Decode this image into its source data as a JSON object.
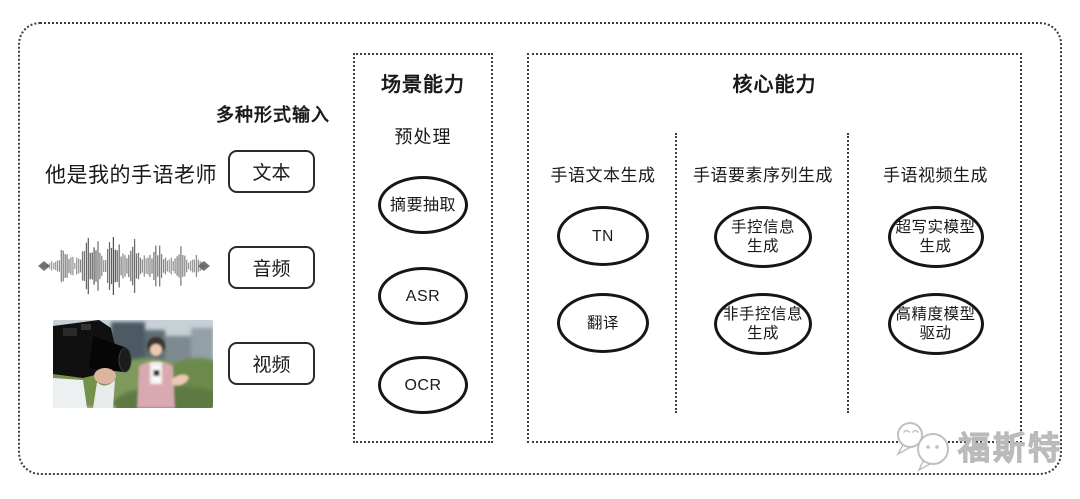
{
  "palette": {
    "background": "#ffffff",
    "line": "#2b2b2b",
    "dotted_border": "#3d3d3d",
    "watermark": "#c6c6c6"
  },
  "input_section": {
    "header": "多种形式输入",
    "sample_text": "他是我的手语老师",
    "input_types": [
      {
        "label": "文本"
      },
      {
        "label": "音频"
      },
      {
        "label": "视频"
      }
    ]
  },
  "scene_box": {
    "title": "场景能力",
    "stage_label": "预处理",
    "nodes": [
      {
        "label": "摘要抽取"
      },
      {
        "label": "ASR"
      },
      {
        "label": "OCR"
      }
    ]
  },
  "core_box": {
    "title": "核心能力",
    "columns": [
      {
        "label": "手语文本生成",
        "nodes": [
          {
            "lines": [
              "TN"
            ]
          },
          {
            "lines": [
              "翻译"
            ]
          }
        ]
      },
      {
        "label": "手语要素序列生成",
        "nodes": [
          {
            "lines": [
              "手控信息",
              "生成"
            ]
          },
          {
            "lines": [
              "非手控信息",
              "生成"
            ]
          }
        ]
      },
      {
        "label": "手语视频生成",
        "nodes": [
          {
            "lines": [
              "超写实模型",
              "生成"
            ]
          },
          {
            "lines": [
              "高精度模型",
              "驱动"
            ]
          }
        ]
      }
    ]
  },
  "watermark": {
    "brand": "福斯特"
  }
}
